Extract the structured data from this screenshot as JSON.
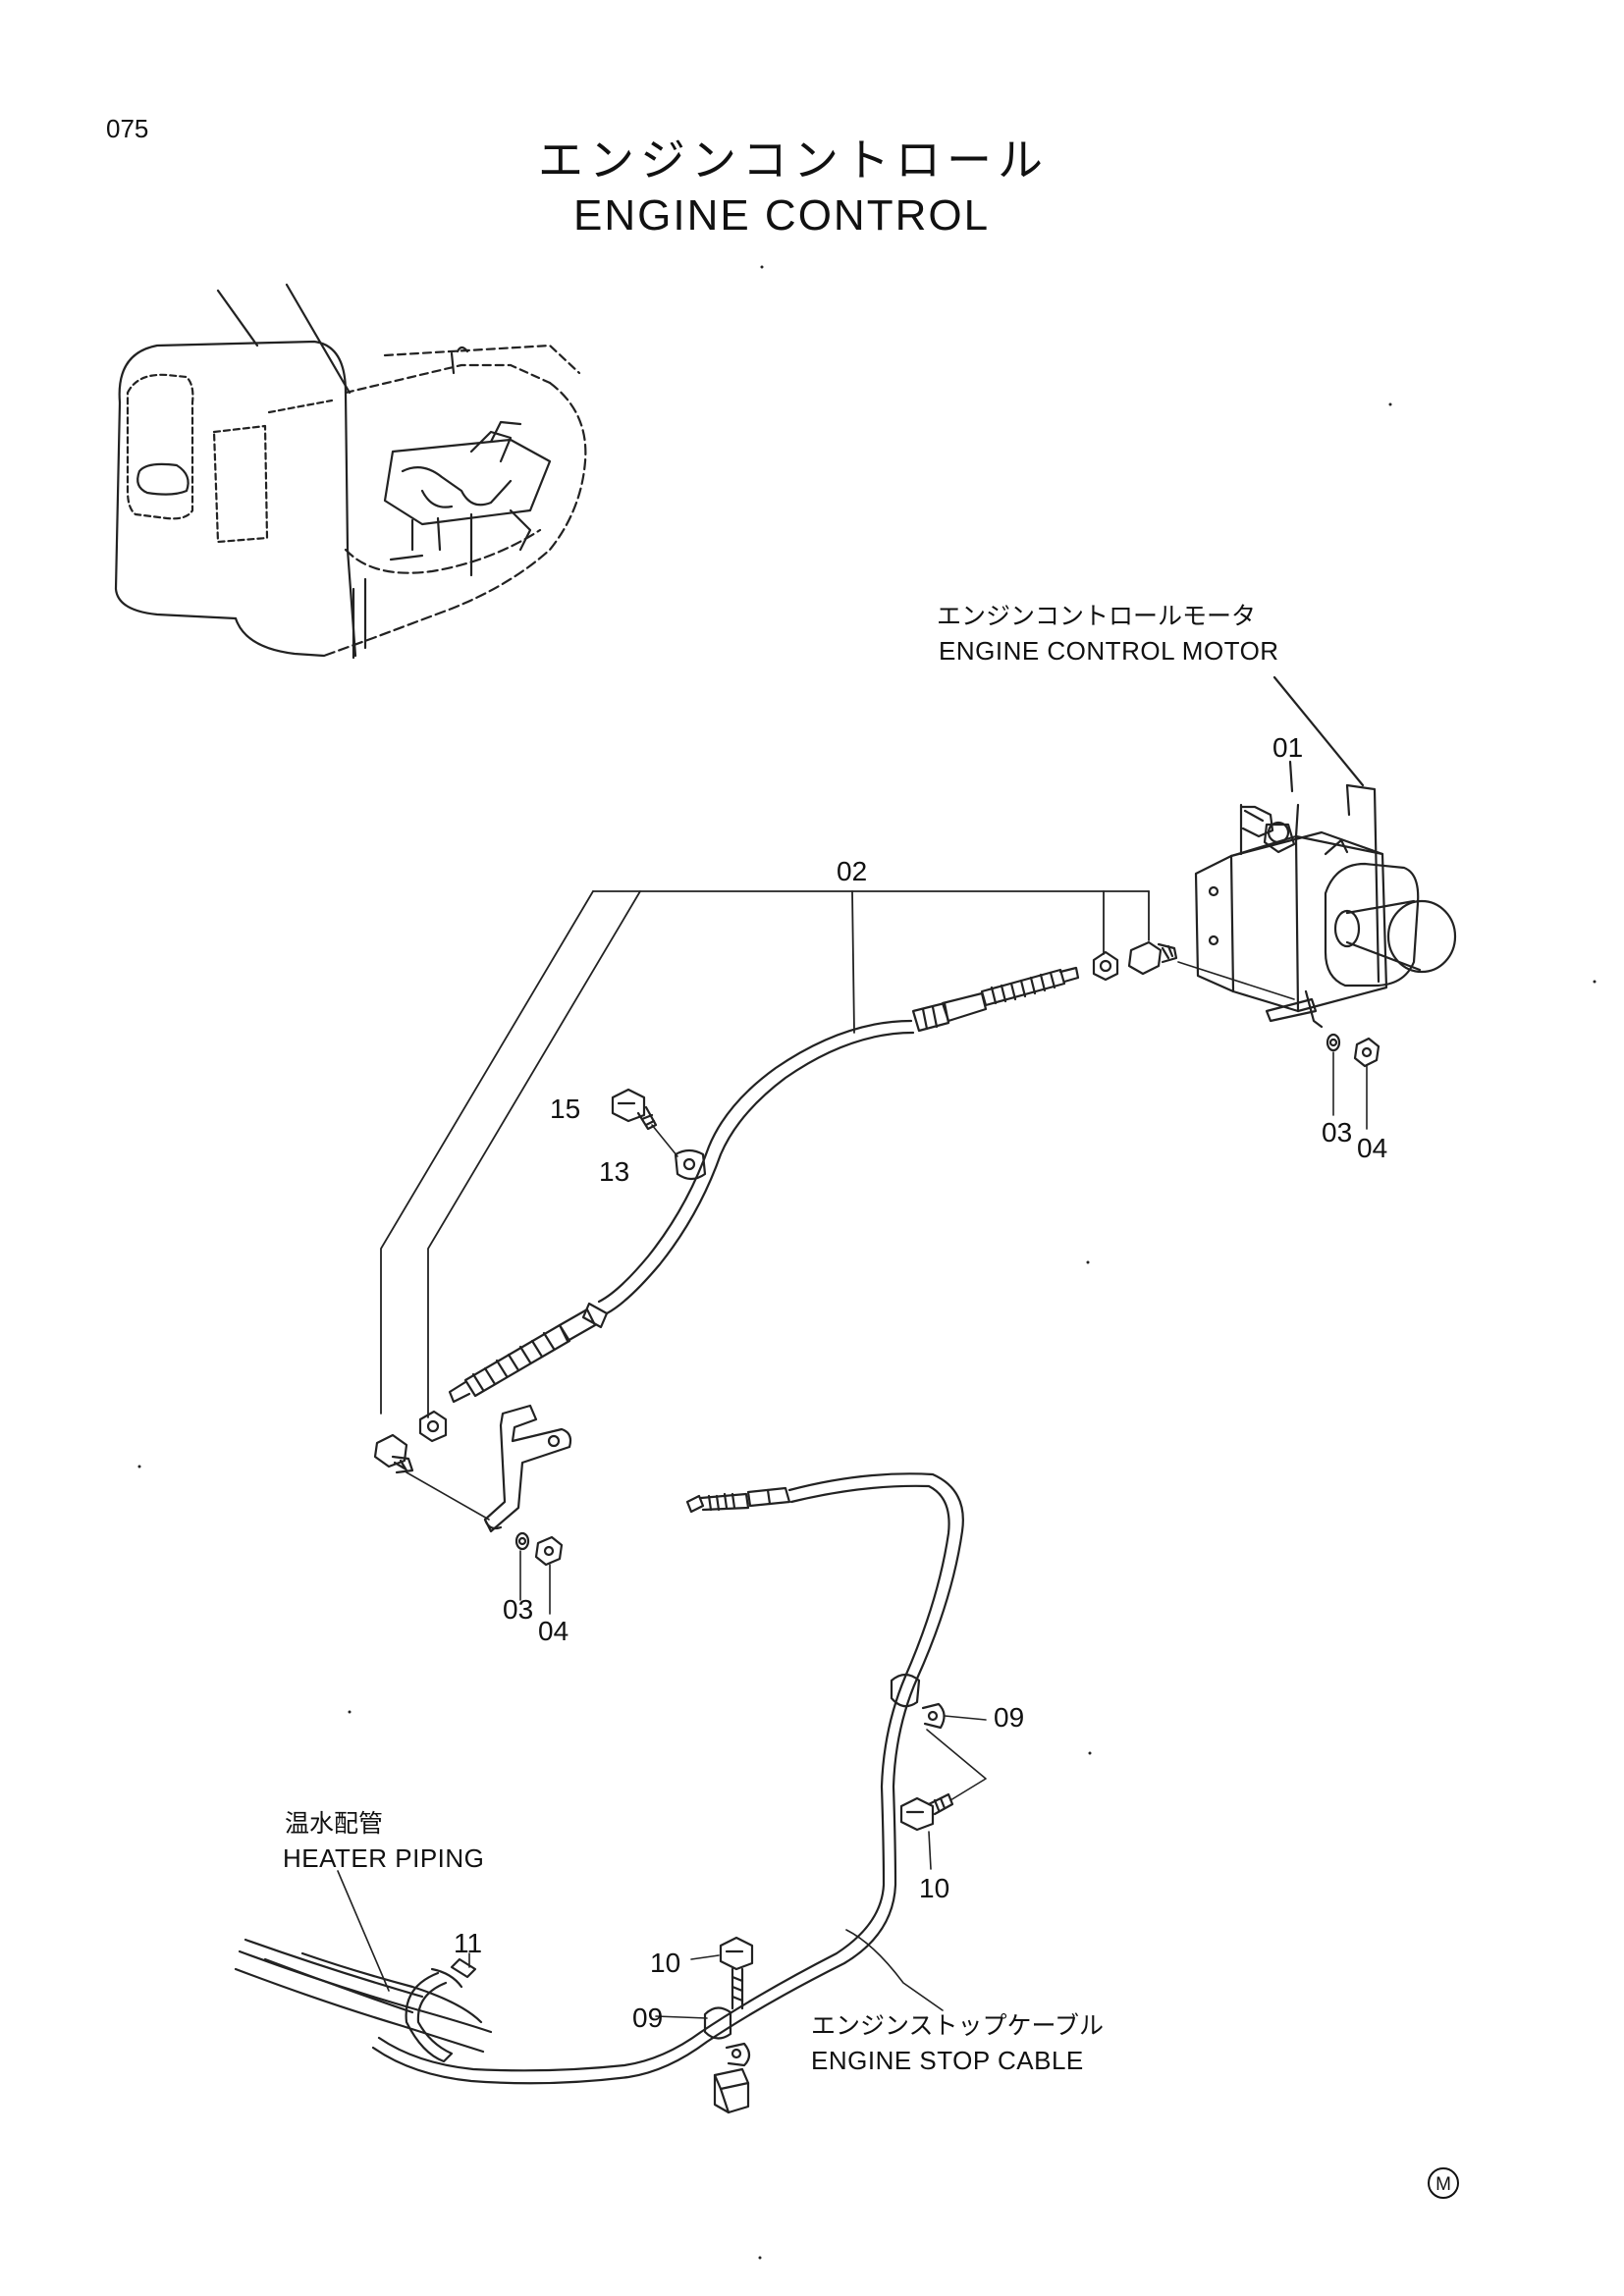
{
  "page": {
    "number": "075",
    "title_jp": "エンジンコントロール",
    "title_en": "ENGINE CONTROL",
    "marker": "M"
  },
  "callouts": {
    "motor": {
      "jp": "エンジンコントロールモータ",
      "en": "ENGINE CONTROL MOTOR"
    },
    "heater": {
      "jp": "温水配管",
      "en": "HEATER PIPING"
    },
    "stop_cable": {
      "jp": "エンジンストップケーブル",
      "en": "ENGINE STOP CABLE"
    }
  },
  "part_numbers": {
    "p01": "01",
    "p02": "02",
    "p03_right": "03",
    "p04_right": "04",
    "p15": "15",
    "p13": "13",
    "p03_left": "03",
    "p04_left": "04",
    "p09_upper": "09",
    "p10_upper": "10",
    "p11": "11",
    "p10_lower": "10",
    "p09_lower": "09"
  }
}
